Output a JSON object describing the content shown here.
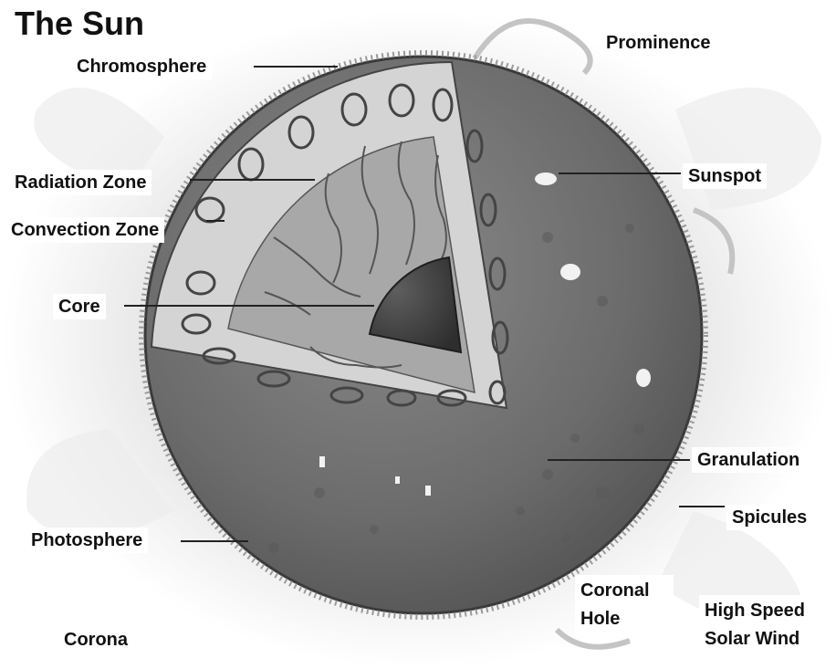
{
  "title": "The Sun",
  "labels": {
    "prominence": "Prominence",
    "chromosphere": "Chromosphere",
    "sunspot": "Sunspot",
    "radiation_zone": "Radiation Zone",
    "convection_zone": "Convection Zone",
    "core": "Core",
    "granulation": "Granulation",
    "spicules": "Spicules",
    "photosphere": "Photosphere",
    "coronal_hole": "Coronal Hole",
    "high_speed_solar_wind": "High Speed Solar Wind",
    "corona": "Corona"
  },
  "colors": {
    "background": "#ffffff",
    "corona_glow": "#e6e6e6",
    "photosphere": "#6b6b6b",
    "convection_zone": "#d4d4d4",
    "radiation_zone": "#a8a8a8",
    "core": "#444444",
    "leader_line": "#222222"
  }
}
